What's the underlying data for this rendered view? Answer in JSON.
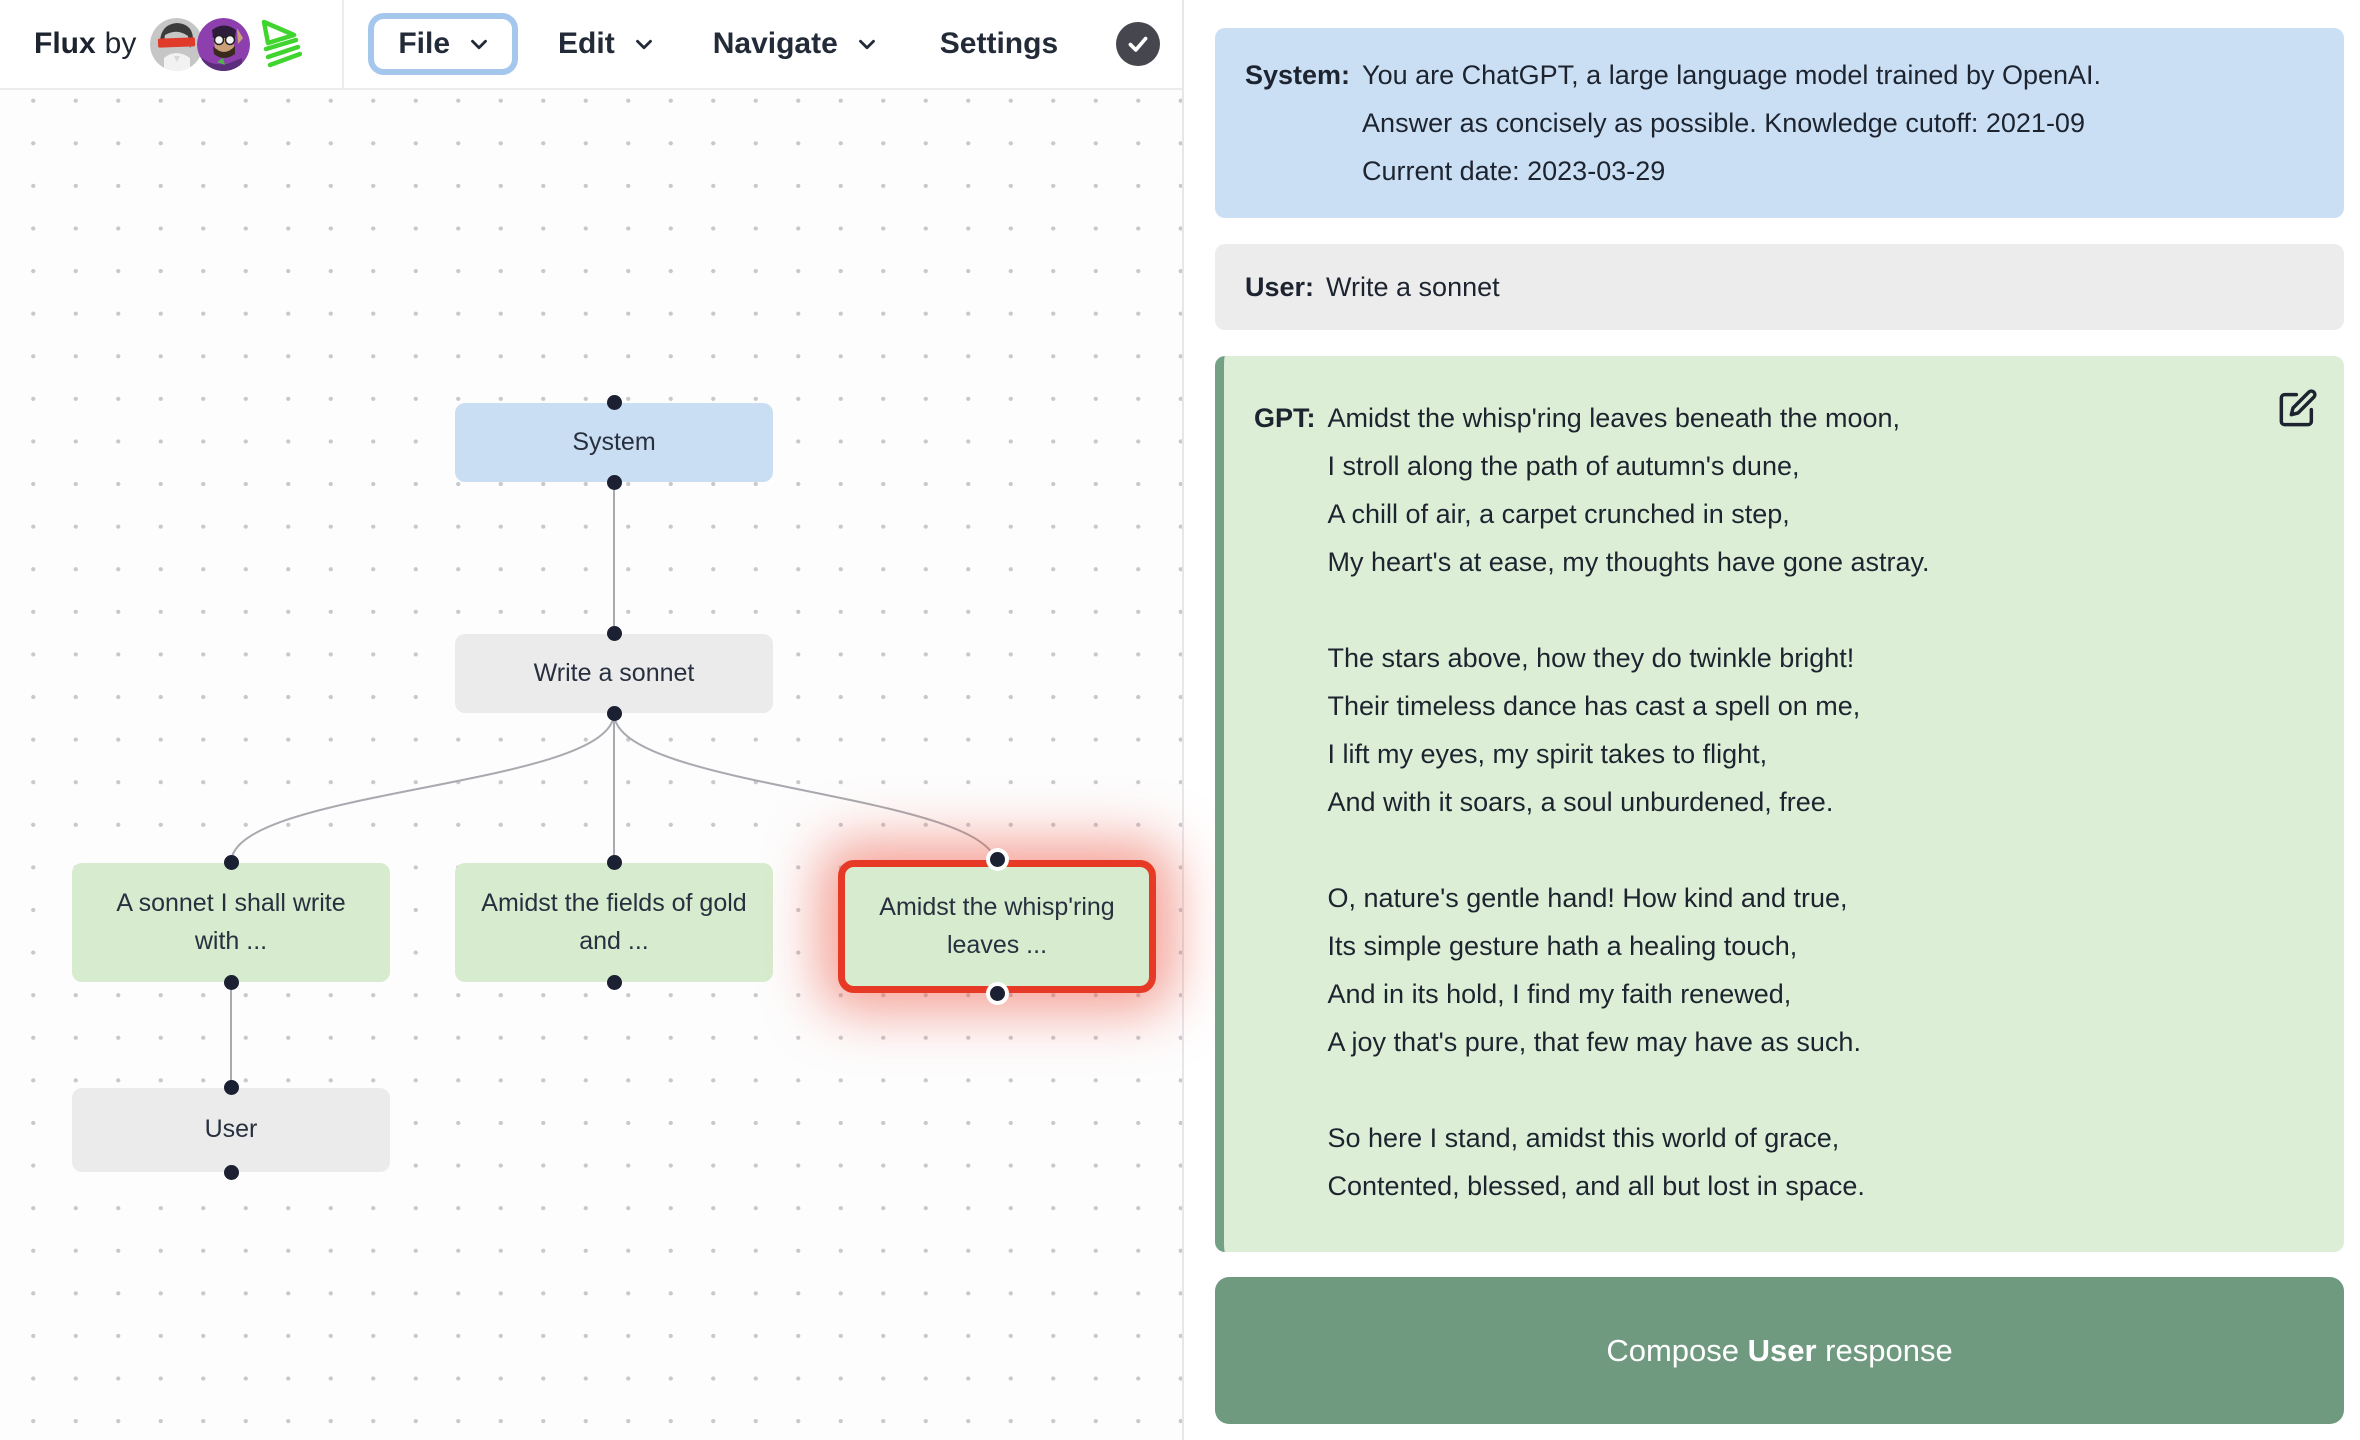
{
  "header": {
    "brand": "Flux",
    "by_text": "by",
    "menus": {
      "file": "File",
      "edit": "Edit",
      "navigate": "Navigate",
      "settings": "Settings"
    }
  },
  "canvas": {
    "nodes": {
      "system": "System",
      "write_sonnet": "Write a sonnet",
      "child_a": "A sonnet I shall write with ...",
      "child_b": "Amidst the fields of gold and ...",
      "child_c": "Amidst the whisp'ring leaves ...",
      "user": "User"
    }
  },
  "chat": {
    "system": {
      "label": "System:",
      "text": "You are ChatGPT, a large language model trained by OpenAI.\nAnswer as concisely as possible. Knowledge cutoff: 2021-09\nCurrent date: 2023-03-29"
    },
    "user": {
      "label": "User:",
      "text": "Write a sonnet"
    },
    "gpt": {
      "label": "GPT:",
      "text": "Amidst the whisp'ring leaves beneath the moon,\nI stroll along the path of autumn's dune,\nA chill of air, a carpet crunched in step,\nMy heart's at ease, my thoughts have gone astray.\n\nThe stars above, how they do twinkle bright!\nTheir timeless dance has cast a spell on me,\nI lift my eyes, my spirit takes to flight,\nAnd with it soars, a soul unburdened, free.\n\nO, nature's gentle hand! How kind and true,\nIts simple gesture hath a healing touch,\nAnd in its hold, I find my faith renewed,\nA joy that's pure, that few may have as such.\n\nSo here I stand, amidst this world of grace,\nContented, blessed, and all but lost in space."
    },
    "compose": {
      "prefix": "Compose ",
      "bold": "User",
      "suffix": " response"
    }
  },
  "colors": {
    "system_blue": "#cbdff4",
    "user_gray": "#ececec",
    "gpt_green": "#dcefd6",
    "gpt_border_green": "#74a085",
    "compose_green": "#6f9a80",
    "selected_red": "#e63a26",
    "file_button_border": "#a5c7ee",
    "text_dark": "#1d2430",
    "edge_gray": "#a8aab0",
    "logo_green": "#3fd42e"
  }
}
